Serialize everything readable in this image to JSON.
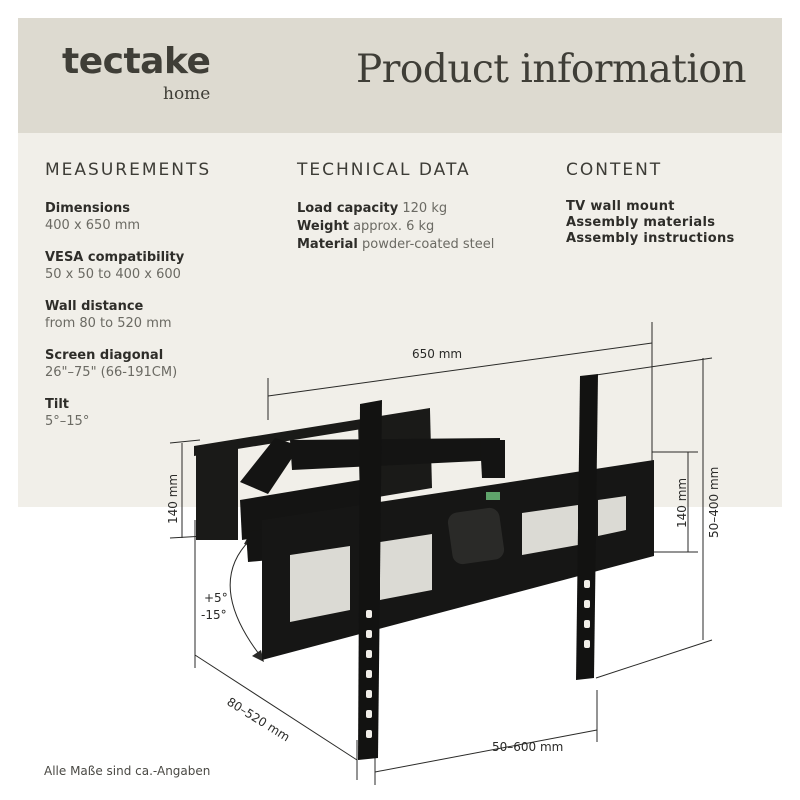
{
  "brand": {
    "name": "tectake",
    "sub": "home"
  },
  "title": "Product information",
  "measurements": {
    "heading": "MEASUREMENTS",
    "items": [
      {
        "label": "Dimensions",
        "value": "400 x 650 mm"
      },
      {
        "label": "VESA compatibility",
        "value": "50 x 50 to 400 x 600"
      },
      {
        "label": "Wall distance",
        "value": "from 80 to 520 mm"
      },
      {
        "label": "Screen diagonal",
        "value": "26\"–75\" (66-191CM)"
      },
      {
        "label": "Tilt",
        "value": "5°–15°"
      }
    ]
  },
  "technical": {
    "heading": "TECHNICAL DATA",
    "items": [
      {
        "label": "Load capacity",
        "value": "120 kg"
      },
      {
        "label": "Weight",
        "value": "approx. 6 kg"
      },
      {
        "label": "Material",
        "value": "powder-coated steel"
      }
    ]
  },
  "content": {
    "heading": "CONTENT",
    "items": [
      "TV wall mount",
      "Assembly materials",
      "Assembly instructions"
    ]
  },
  "diagram": {
    "width_label": "650 mm",
    "left_height_label": "140 mm",
    "right_height_label": "140 mm",
    "vesa_height_label": "50–400 mm",
    "vesa_width_label": "50–600 mm",
    "depth_label": "80–520 mm",
    "tilt_up": "+5°",
    "tilt_down": "-15°"
  },
  "footnote": "Alle Maße sind ca.-Angaben",
  "colors": {
    "header_bg": "#dddad0",
    "panel_bg": "#f1efe9",
    "text": "#3a3a36"
  }
}
